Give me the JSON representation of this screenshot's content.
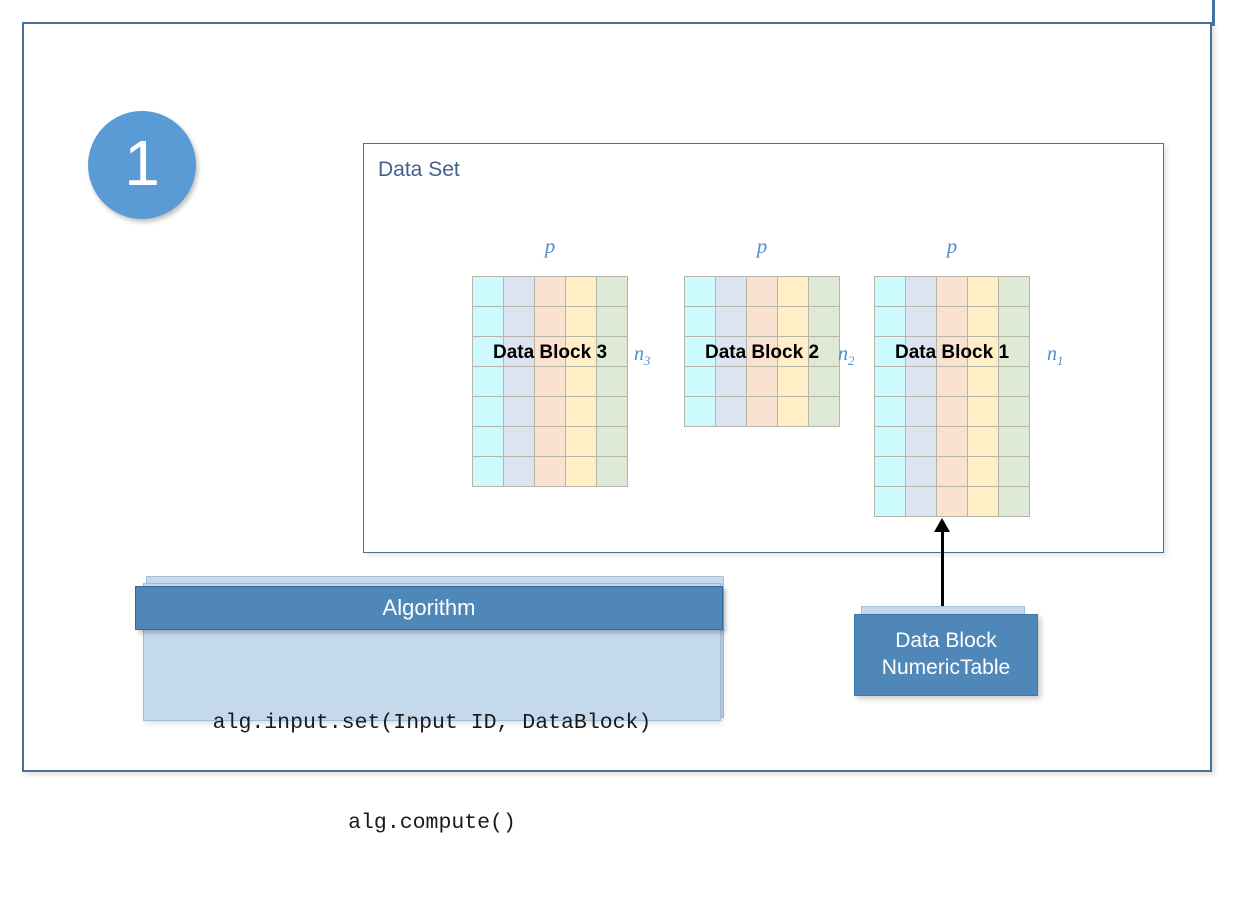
{
  "frame": {
    "accent_color": "#4472A0"
  },
  "step": {
    "number": "1"
  },
  "dataset": {
    "title": "Data Set",
    "label_color": "#44618C",
    "blocks": [
      {
        "name": "Data Block 3",
        "columns_label": "p",
        "rows_label_base": "n",
        "rows_label_sub": "3",
        "rows": 7,
        "cols": 5
      },
      {
        "name": "Data Block 2",
        "columns_label": "p",
        "rows_label_base": "n",
        "rows_label_sub": "2",
        "rows": 5,
        "cols": 5
      },
      {
        "name": "Data Block 1",
        "columns_label": "p",
        "rows_label_base": "n",
        "rows_label_sub": "1",
        "rows": 8,
        "cols": 5
      }
    ],
    "column_colors": [
      "#CCFAFD",
      "#DCE4F2",
      "#FBE1D0",
      "#FFEFC6",
      "#DEEAD6"
    ]
  },
  "algorithm": {
    "header_title": "Algorithm",
    "header_color": "#4F87B9",
    "body_color": "#C5D9EC",
    "code_line_1": "alg.input.set(Input ID, DataBlock)",
    "code_line_2": "alg.compute()"
  },
  "numeric_table": {
    "line_1": "Data Block",
    "line_2": "NumericTable",
    "box_color": "#4F87B9"
  },
  "arrow": {
    "direction": "up",
    "color": "#000000"
  }
}
